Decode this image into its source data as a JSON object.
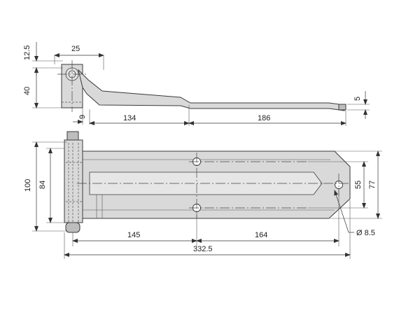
{
  "colors": {
    "part_fill": "#d9d9d9",
    "part_edge": "#3a3a3a",
    "dimension_line": "#333333"
  },
  "dimensions": {
    "top_overall_height": "12.5",
    "knuckle_width": "25",
    "knuckle_height": "40",
    "leaf_offset": "9",
    "leaf_segment_1": "134",
    "leaf_segment_2": "186",
    "leaf_thickness": "5",
    "total_height": "100",
    "inner_height": "84",
    "hole_spacing_vertical": "55",
    "plate_width": "77",
    "hole_spacing_1": "145",
    "hole_spacing_2": "164",
    "overall_length": "332.5",
    "hole_diameter": "Ø 8.5"
  }
}
